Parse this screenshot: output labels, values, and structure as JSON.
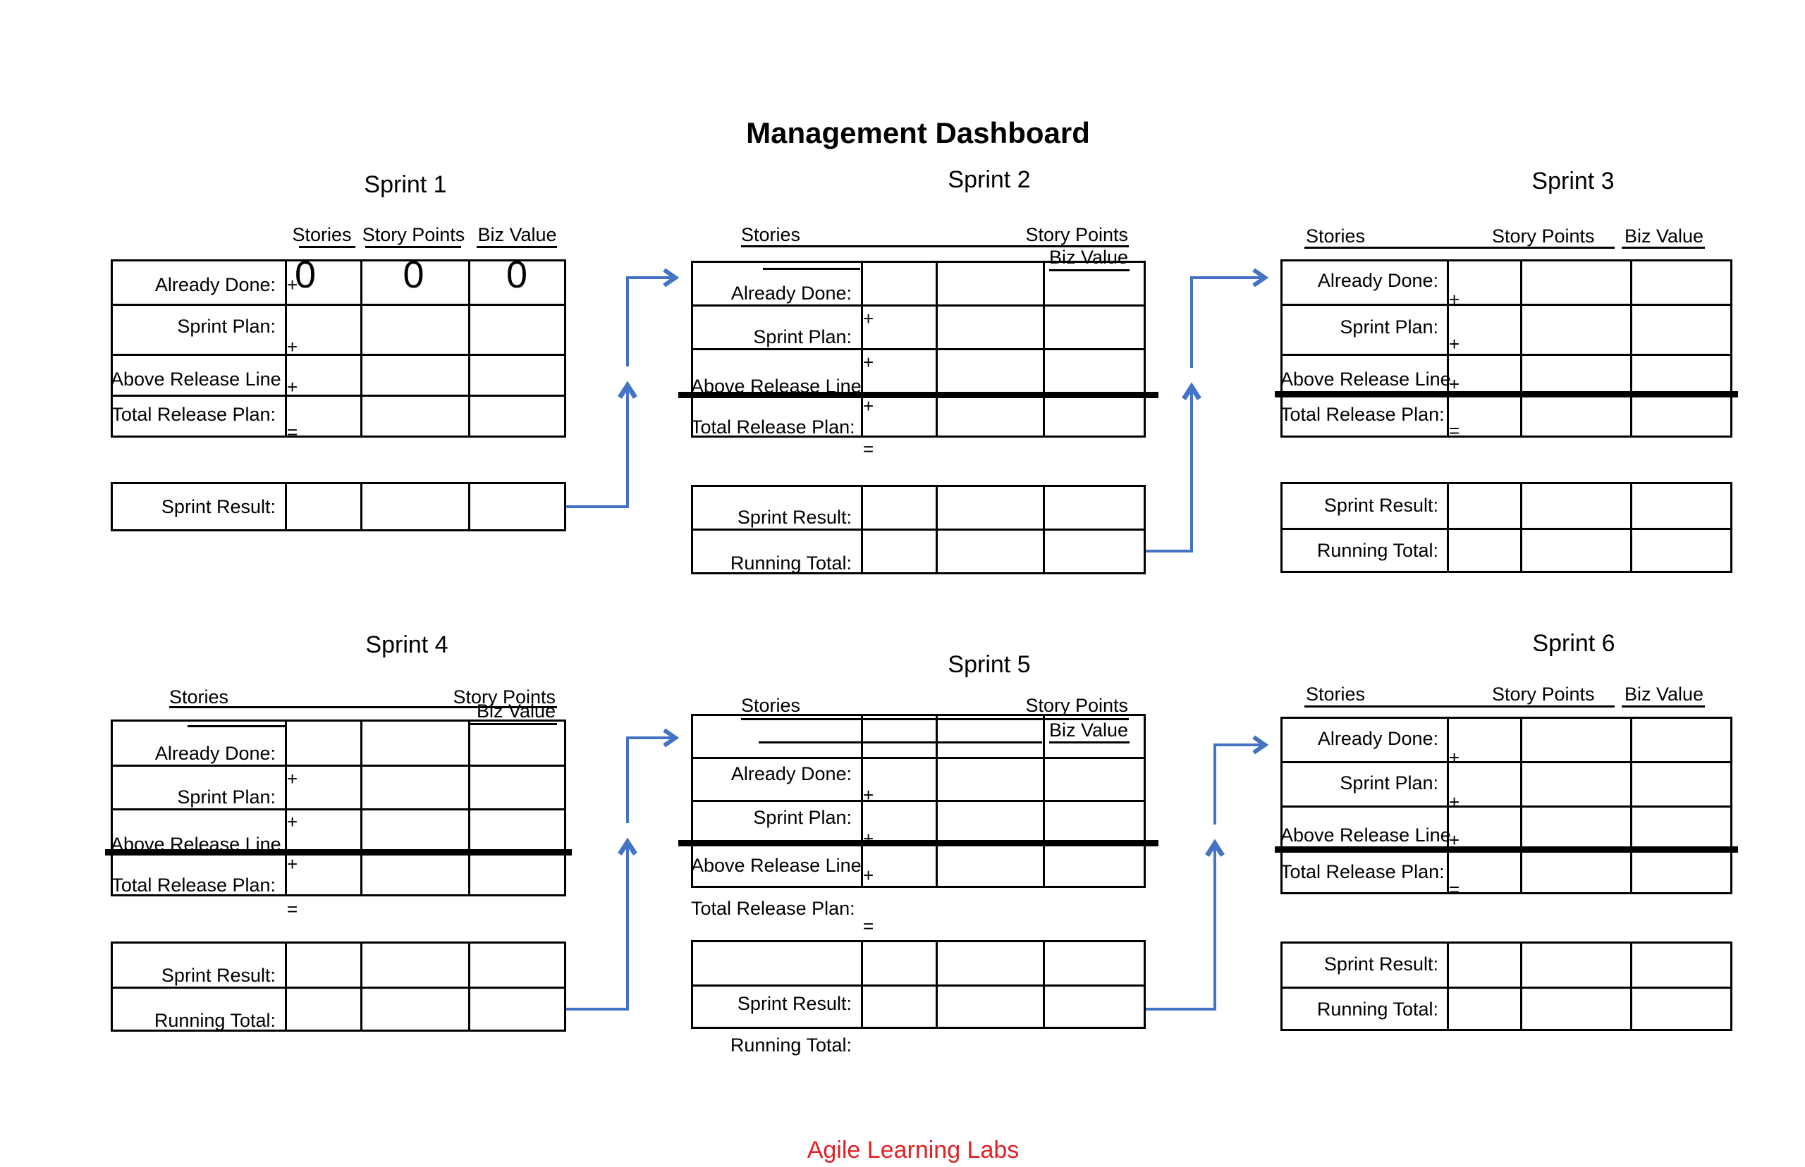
{
  "title": "Management Dashboard",
  "footer": "Agile Learning Labs",
  "colors": {
    "arrow_blue": "#4472c4",
    "footer_red": "#e31e24",
    "table_border": "#000000",
    "background": "#ffffff"
  },
  "column_headers": {
    "stories": "Stories",
    "story_points": "Story Points",
    "biz_value": "Biz Value"
  },
  "row_labels": {
    "already_done": "Already Done:",
    "sprint_plan": "Sprint Plan:",
    "above_release_line": "Above Release Line",
    "total_release_plan": "Total Release Plan:",
    "sprint_result": "Sprint Result:",
    "running_total": "Running Total:"
  },
  "operators": {
    "plus": "+",
    "equals": "="
  },
  "sprints": [
    {
      "name": "Sprint 1",
      "already_done_values": {
        "stories": "0",
        "story_points": "0",
        "biz_value": "0"
      }
    },
    {
      "name": "Sprint 2"
    },
    {
      "name": "Sprint 3"
    },
    {
      "name": "Sprint 4"
    },
    {
      "name": "Sprint 5"
    },
    {
      "name": "Sprint 6"
    }
  ]
}
